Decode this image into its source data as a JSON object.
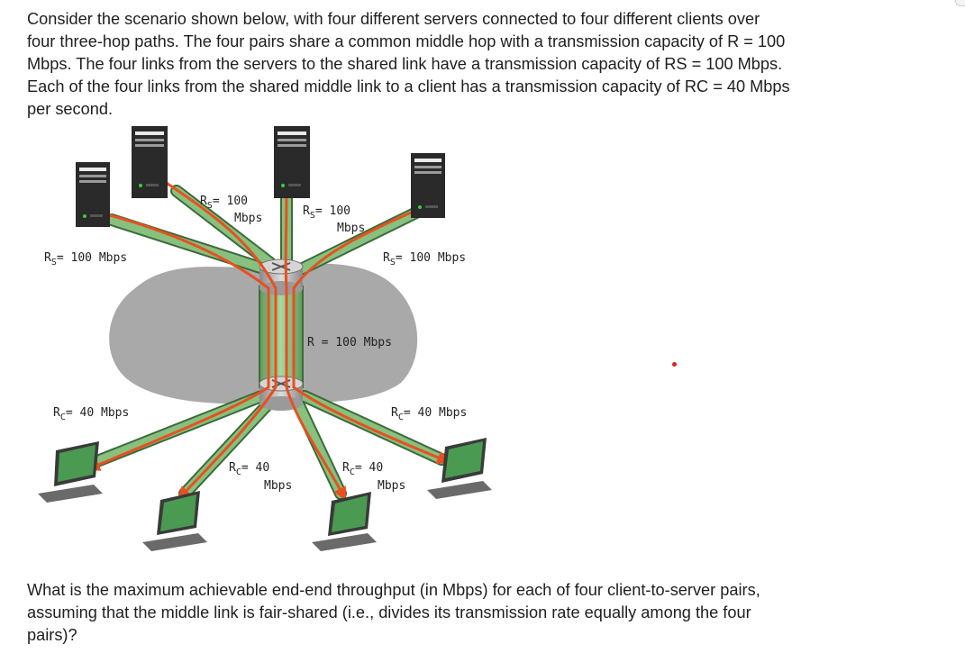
{
  "intro_lines": [
    "Consider the scenario shown below, with four different servers connected to four different clients over",
    "four three-hop paths. The four pairs share a common middle hop with a transmission capacity of R = 100",
    "Mbps. The four links from the servers to the shared link have a transmission capacity of RS = 100 Mbps.",
    "Each of the four links from the shared middle link to a client has a transmission capacity of RC = 40 Mbps",
    "per second."
  ],
  "question_lines": [
    "What is the maximum achievable end-end throughput (in Mbps) for each of four client-to-server pairs,",
    "assuming that the middle link is fair-shared (i.e., divides its transmission rate equally among the four",
    "pairs)?"
  ],
  "diagram": {
    "labels": {
      "rs_left": {
        "prefix": "R",
        "sub": "S",
        "text": "= 100 Mbps"
      },
      "rs_top_left": {
        "prefix": "R",
        "sub": "S",
        "text": "= 100",
        "line2": "Mbps"
      },
      "rs_top_mid": {
        "prefix": "R",
        "sub": "S",
        "text": "= 100",
        "line2": "Mbps"
      },
      "rs_right": {
        "prefix": "R",
        "sub": "S",
        "text": "= 100 Mbps"
      },
      "r_middle": {
        "text": "R = 100 Mbps"
      },
      "rc_left": {
        "prefix": "R",
        "sub": "C",
        "text": "= 40 Mbps"
      },
      "rc_right": {
        "prefix": "R",
        "sub": "C",
        "text": "= 40 Mbps"
      },
      "rc_bottom_left": {
        "prefix": "R",
        "sub": "C",
        "text": "= 40",
        "line2": "Mbps"
      },
      "rc_bottom_right": {
        "prefix": "R",
        "sub": "C",
        "text": "= 40",
        "line2": "Mbps"
      }
    },
    "colors": {
      "cloud": "#a9a9a9",
      "link": "#7fb87a",
      "flow": "#e8501f",
      "router": "#b9b9b9",
      "server": "#2a2a2a",
      "screen": "#4a9a52"
    },
    "icons": [
      "server-icon",
      "router-icon",
      "client-computer-icon"
    ]
  }
}
